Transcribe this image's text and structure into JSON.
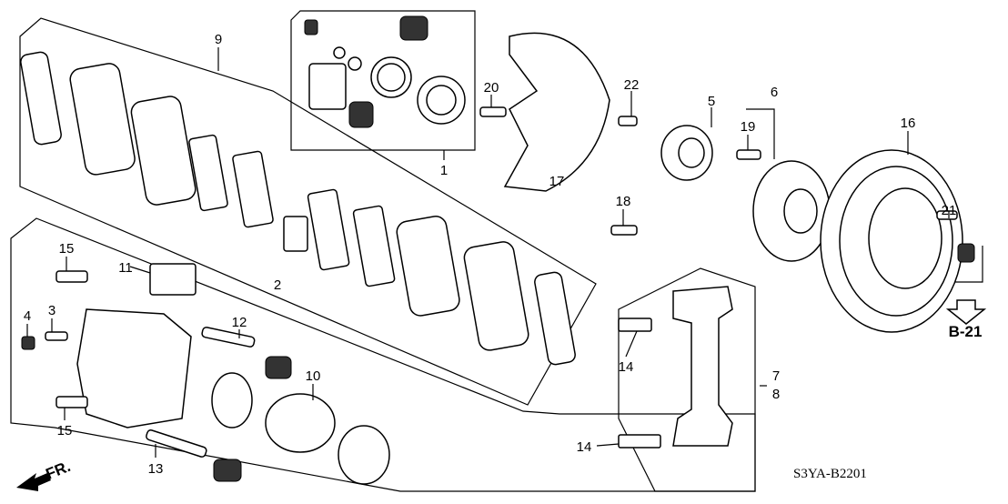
{
  "diagram_code": "S3YA-B2201",
  "reference": "B-21",
  "direction_label": "FR.",
  "callouts": {
    "c1": "1",
    "c2": "2",
    "c3": "3",
    "c4": "4",
    "c5": "5",
    "c6": "6",
    "c7": "7",
    "c8": "8",
    "c9": "9",
    "c10": "10",
    "c11": "11",
    "c12": "12",
    "c13": "13",
    "c14a": "14",
    "c14b": "14",
    "c15a": "15",
    "c15b": "15",
    "c16": "16",
    "c17": "17",
    "c18": "18",
    "c19": "19",
    "c20": "20",
    "c21": "21",
    "c22": "22"
  }
}
